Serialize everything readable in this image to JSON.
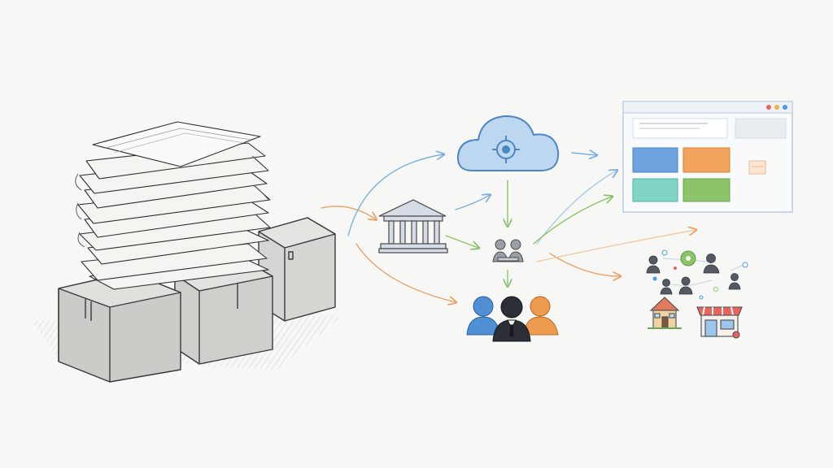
{
  "scene": {
    "groups": [
      "paper-archive",
      "cloud-platform",
      "institution",
      "people-network",
      "dashboard-window",
      "community-network"
    ],
    "connections": [
      {
        "from": "paper-archive",
        "to": "institution",
        "color": "#e9a66b"
      },
      {
        "from": "paper-archive",
        "to": "cloud-platform",
        "color": "#7fb1dc"
      },
      {
        "from": "paper-archive",
        "to": "people-network",
        "color": "#e9a66b"
      },
      {
        "from": "institution",
        "to": "cloud-platform",
        "color": "#7fb1dc"
      },
      {
        "from": "institution",
        "to": "people-network",
        "color": "#8cc46b"
      },
      {
        "from": "cloud-platform",
        "to": "dashboard-window",
        "color": "#7fb1dc"
      },
      {
        "from": "cloud-platform",
        "to": "people-network",
        "color": "#8cc46b"
      },
      {
        "from": "people-network",
        "to": "dashboard-window",
        "color": "#8cc46b"
      },
      {
        "from": "people-network",
        "to": "community-network",
        "color": "#e9a66b"
      }
    ],
    "colors": {
      "paper_stroke": "#3a3a3a",
      "box_fill": "#d9d9d6",
      "cloud_fill": "#bcd7ef",
      "cloud_stroke": "#4c86c3",
      "blue": "#4f8fd6",
      "orange": "#ef9b4f",
      "green": "#8cc46b",
      "teal": "#6fd0c0",
      "dark_person": "#2c2f36",
      "window_border": "#b9cbe0",
      "dot_red": "#e8645c",
      "dot_orange": "#f0b04a",
      "dot_blue": "#4d9be6"
    }
  }
}
